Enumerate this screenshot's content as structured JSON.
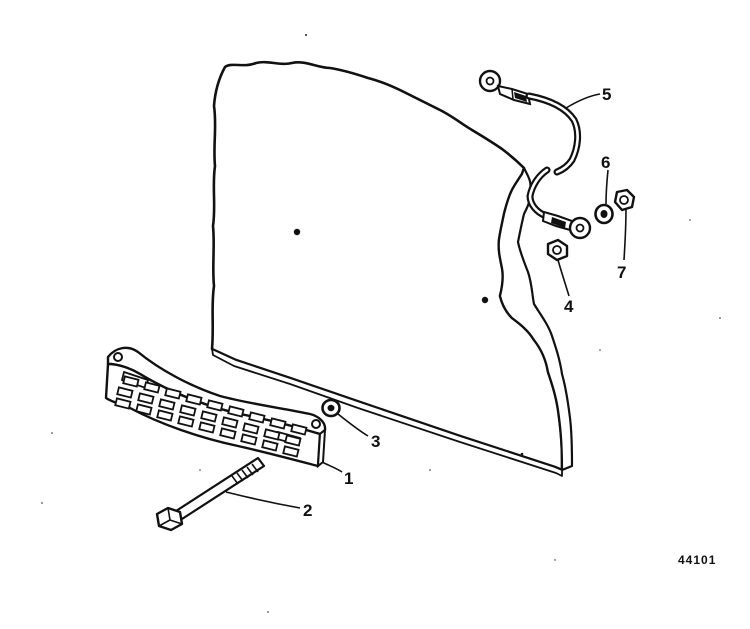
{
  "figure_number": "44101",
  "callouts": {
    "c1": "1",
    "c2": "2",
    "c3": "3",
    "c4": "4",
    "c5": "5",
    "c6": "6",
    "c7": "7"
  },
  "colors": {
    "ink": "#111111",
    "paper": "#ffffff"
  }
}
